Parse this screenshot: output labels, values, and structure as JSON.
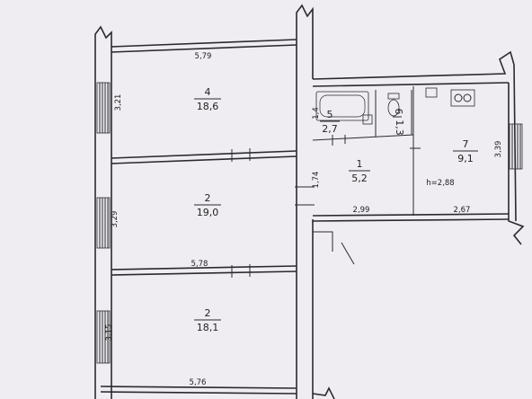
{
  "rooms": [
    {
      "id": "room-a",
      "number": "4",
      "area": "18,6"
    },
    {
      "id": "room-b",
      "number": "2",
      "area": "19,0"
    },
    {
      "id": "room-c",
      "number": "2",
      "area": "18,1"
    },
    {
      "id": "room-d",
      "number": "1",
      "area": "5,2"
    },
    {
      "id": "room-e",
      "number": "5",
      "area": "2,7"
    },
    {
      "id": "room-f",
      "number": "6",
      "area": "1,3"
    },
    {
      "id": "room-g",
      "number": "7",
      "area": "9,1"
    }
  ],
  "dimensions": {
    "d1": "5,79",
    "d2": "3,21",
    "d3": "3,29",
    "d4": "5,78",
    "d5": "3,15",
    "d6": "5,76",
    "d7": "1,4",
    "d8": "1,74",
    "d9": "2,99",
    "d10": "2,67",
    "d11": "3,39",
    "height": "h=2,88"
  }
}
